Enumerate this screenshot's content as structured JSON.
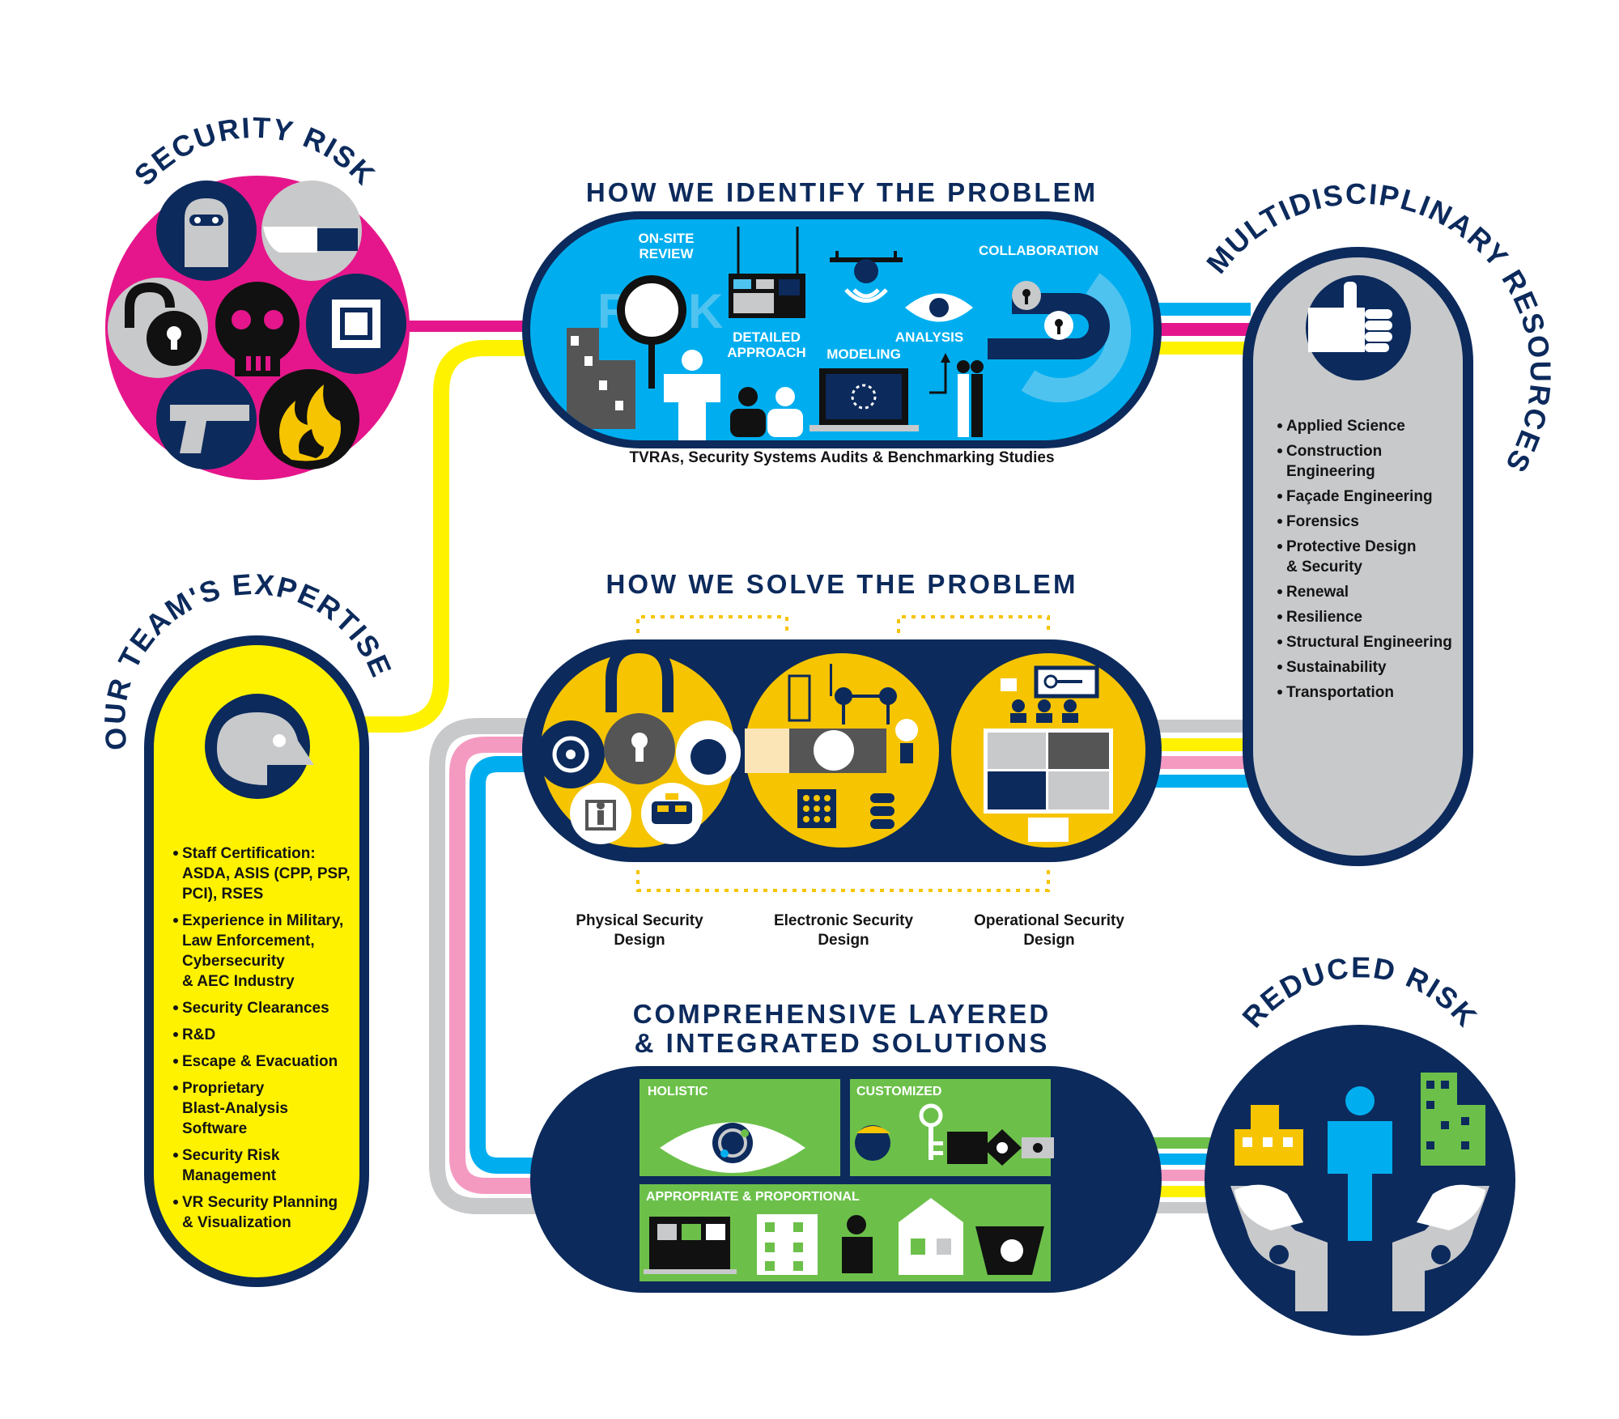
{
  "colors": {
    "navy": "#0c2a5c",
    "magenta": "#e5168b",
    "yellow": "#fff200",
    "cyan": "#00aeef",
    "pink": "#f49ac1",
    "gray": "#c8c9cb",
    "gold": "#f6c400",
    "green": "#6cc04a"
  },
  "security_risk": {
    "title": "SECURITY RISK",
    "icons": [
      "robber-mask-icon",
      "knife-icon",
      "padlock-open-icon",
      "skull-icon",
      "microchip-icon",
      "pistol-icon",
      "fire-icon"
    ]
  },
  "identify": {
    "title": "HOW WE IDENTIFY THE PROBLEM",
    "onsite_line1": "ON-SITE",
    "onsite_line2": "REVIEW",
    "risk_word": "RISK",
    "detailed_line1": "DETAILED",
    "detailed_line2": "APPROACH",
    "modeling": "MODELING",
    "analysis": "ANALYSIS",
    "collaboration": "COLLABORATION",
    "caption": "TVRAs, Security Systems Audits & Benchmarking Studies"
  },
  "resources": {
    "title": "MULTIDISCIPLINARY RESOURCES",
    "items": [
      [
        "Applied Science"
      ],
      [
        "Construction",
        "Engineering"
      ],
      [
        "Façade Engineering"
      ],
      [
        "Forensics"
      ],
      [
        "Protective Design",
        "& Security"
      ],
      [
        "Renewal"
      ],
      [
        "Resilience"
      ],
      [
        "Structural Engineering"
      ],
      [
        "Sustainability"
      ],
      [
        "Transportation"
      ]
    ]
  },
  "solve": {
    "title": "HOW WE SOLVE THE PROBLEM",
    "captions": [
      [
        "Physical Security",
        "Design"
      ],
      [
        "Electronic Security",
        "Design"
      ],
      [
        "Operational Security",
        "Design"
      ]
    ]
  },
  "expertise": {
    "title": "OUR TEAM'S EXPERTISE",
    "items": [
      [
        "Staff Certification:",
        "ASDA, ASIS (CPP, PSP,",
        "PCI), RSES"
      ],
      [
        "Experience in Military,",
        "Law Enforcement,",
        "Cybersecurity",
        "& AEC Industry"
      ],
      [
        "Security Clearances"
      ],
      [
        "R&D"
      ],
      [
        "Escape & Evacuation"
      ],
      [
        "Proprietary",
        "Blast-Analysis",
        "Software"
      ],
      [
        "Security Risk",
        "Management"
      ],
      [
        "VR Security Planning",
        "& Visualization"
      ]
    ]
  },
  "solutions": {
    "title_line1": "COMPREHENSIVE LAYERED",
    "title_line2": "& INTEGRATED SOLUTIONS",
    "holistic": "HOLISTIC",
    "customized": "CUSTOMIZED",
    "appropriate": "APPROPRIATE & PROPORTIONAL"
  },
  "reduced": {
    "title": "REDUCED RISK"
  }
}
